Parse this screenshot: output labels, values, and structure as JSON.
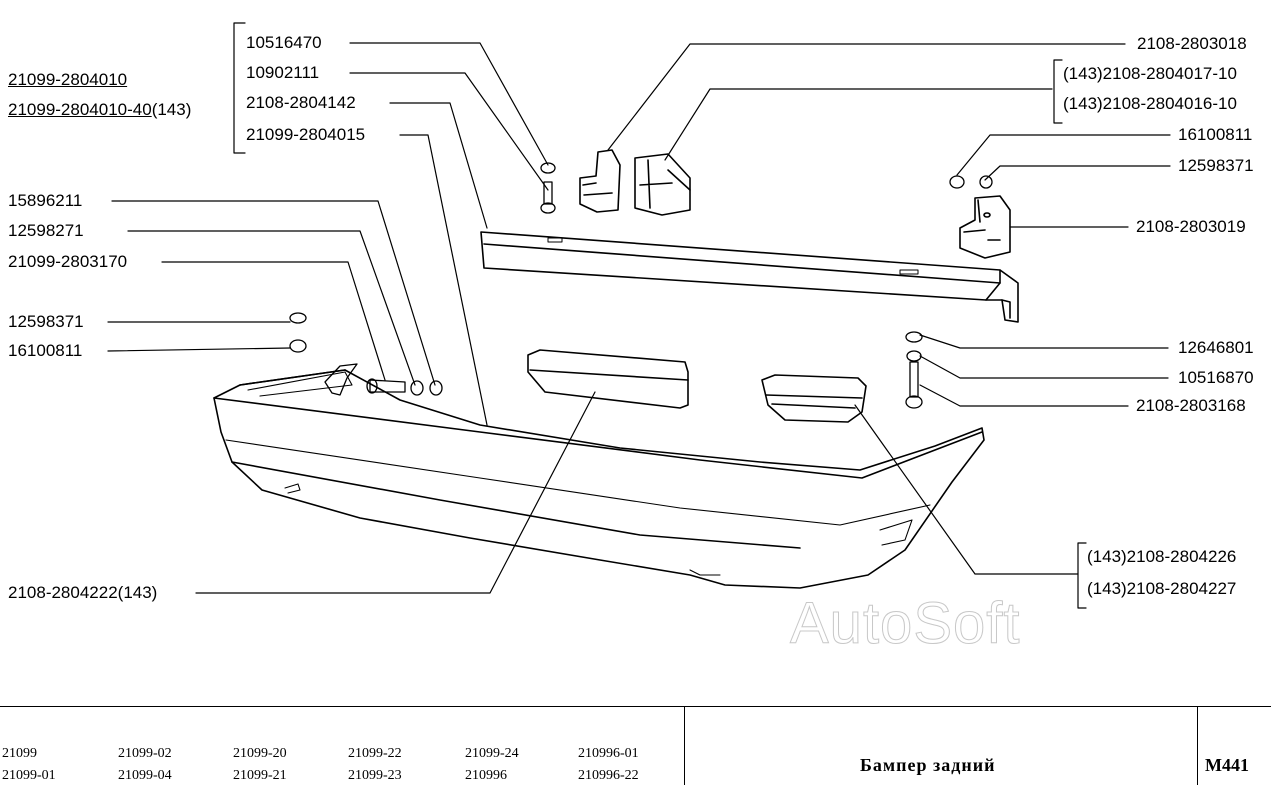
{
  "assembly": {
    "code1": "21099-2804010",
    "code2a": "21099-2804010-40",
    "code2b": "(143)"
  },
  "labels_left_group": [
    "10516470",
    "10902111",
    "2108-2804142",
    "21099-2804015"
  ],
  "labels_left": [
    "15896211",
    "12598271",
    "21099-2803170",
    "12598371",
    "16100811"
  ],
  "label_bottom_left": "2108-2804222(143)",
  "labels_right_top": {
    "bracket_right": "2108-2803018",
    "pair": [
      "(143)2108-2804017-10",
      "(143)2108-2804016-10"
    ],
    "nut": "16100811",
    "washer": "12598371",
    "bracket_left": "2108-2803019"
  },
  "labels_right_mid": [
    "12646801",
    "10516870",
    "2108-2803168"
  ],
  "labels_right_bottom": [
    "(143)2108-2804226",
    "(143)2108-2804227"
  ],
  "watermark": "AutoSoft",
  "footer": {
    "models_row1": [
      "21099",
      "21099-02",
      "21099-20",
      "21099-22",
      "21099-24",
      "210996-01"
    ],
    "models_row2": [
      "21099-01",
      "21099-04",
      "21099-21",
      "21099-23",
      "210996",
      "210996-22"
    ],
    "title": "Бампер задний",
    "code": "M441"
  }
}
